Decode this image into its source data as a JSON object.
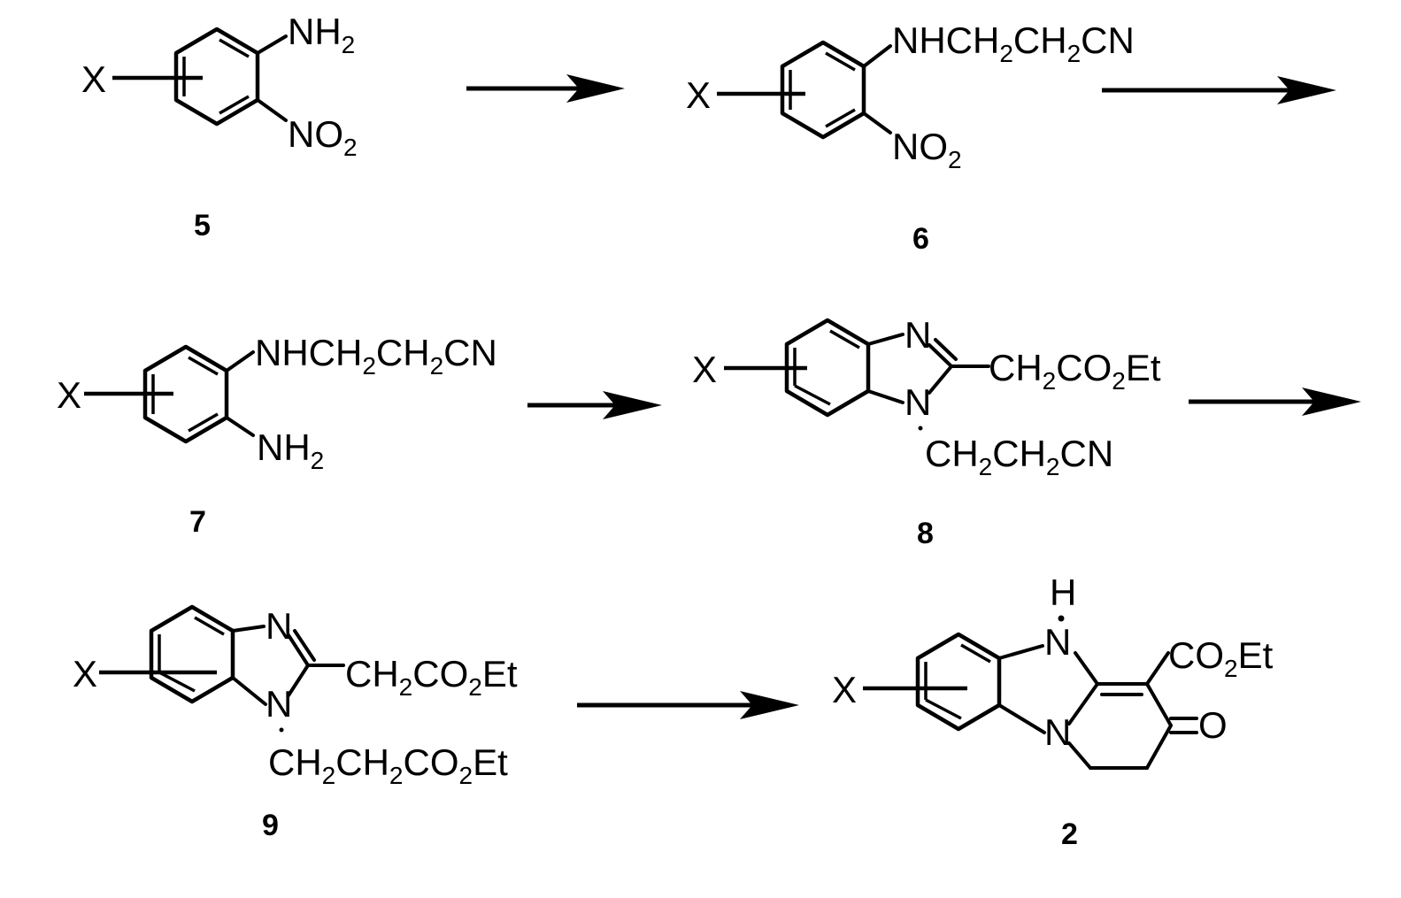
{
  "compounds": {
    "c5": {
      "number": "5",
      "substituent": "X",
      "groups": [
        [
          "NH",
          "2",
          ""
        ],
        [
          "NO",
          "2",
          ""
        ]
      ]
    },
    "c6": {
      "number": "6",
      "substituent": "X",
      "groups": [
        [
          "NHCH",
          "2",
          "CH",
          "2",
          "CN"
        ],
        [
          "NO",
          "2",
          ""
        ]
      ]
    },
    "c7": {
      "number": "7",
      "substituent": "X",
      "groups": [
        [
          "NHCH",
          "2",
          "CH",
          "2",
          "CN"
        ],
        [
          "NH",
          "2",
          ""
        ]
      ]
    },
    "c8": {
      "number": "8",
      "substituent": "X",
      "atoms": [
        "N",
        "N"
      ],
      "groups": [
        [
          "CH",
          "2",
          "CO",
          "2",
          "Et"
        ],
        [
          "CH",
          "2",
          "CH",
          "2",
          "CN"
        ]
      ]
    },
    "c9": {
      "number": "9",
      "substituent": "X",
      "atoms": [
        "N",
        "N"
      ],
      "groups": [
        [
          "CH",
          "2",
          "CO",
          "2",
          "Et"
        ],
        [
          "CH",
          "2",
          "CH",
          "2",
          "CO",
          "2",
          "Et"
        ]
      ]
    },
    "c2": {
      "number": "2",
      "substituent": "X",
      "atoms": [
        "H",
        "N",
        "N",
        "O"
      ],
      "groups": [
        [
          "CO",
          "2",
          "Et"
        ]
      ]
    }
  },
  "arrows": [
    "5-to-6",
    "6-to-7",
    "7-to-8",
    "8-to-9",
    "9-to-2"
  ]
}
